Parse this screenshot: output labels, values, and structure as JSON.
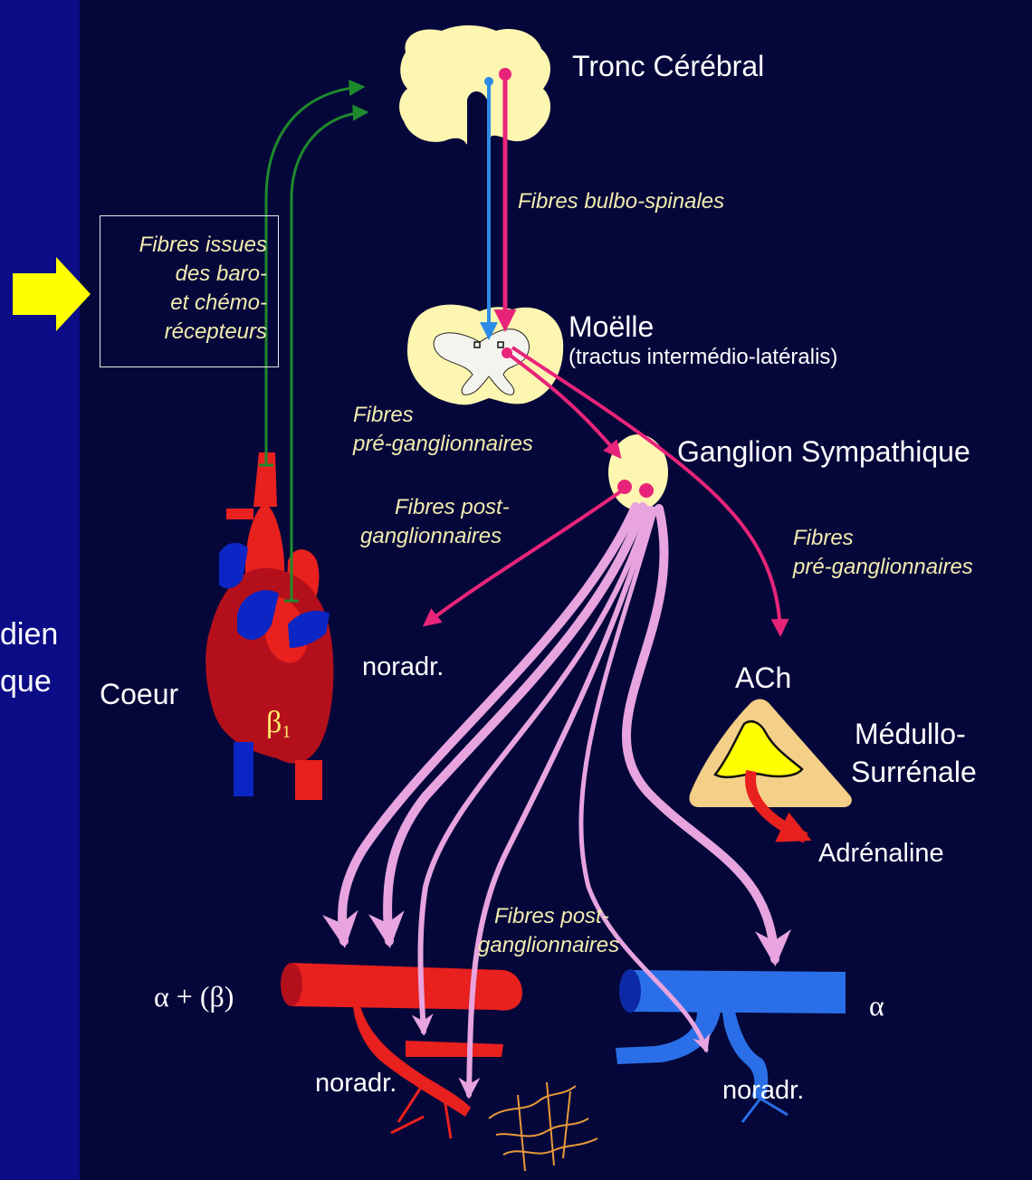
{
  "offslide": {
    "line1": "dien",
    "line2": "que"
  },
  "labels": {
    "tronc": "Tronc Cérébral",
    "fibres_bulbo": "Fibres bulbo-spinales",
    "moelle": "Moëlle",
    "tractus": "(tractus intermédio-latéralis)",
    "fibres_pre_1": "Fibres",
    "fibres_pre_2": "pré-ganglionnaires",
    "ganglion": "Ganglion Sympathique",
    "fibres_post_1": "Fibres post-",
    "fibres_post_2": "ganglionnaires",
    "fibres_pre_r1": "Fibres",
    "fibres_pre_r2": "pré-ganglionnaires",
    "noradr_top": "noradr.",
    "ach": "ACh",
    "medullo_1": "Médullo-",
    "medullo_2": "Surrénale",
    "adrenaline": "Adrénaline",
    "coeur": "Coeur",
    "beta1_base": "β",
    "beta1_sub": "1",
    "fibres_post_b1": "Fibres post-",
    "fibres_post_b2": "ganglionnaires",
    "alpha_beta": "α + (β)",
    "alpha": "α",
    "noradr_left": "noradr.",
    "noradr_right": "noradr."
  },
  "box": {
    "line1": "Fibres issues",
    "line2": "des baro-",
    "line3": "et chémo-",
    "line4": "récepteurs"
  },
  "colors": {
    "background": "#0c0c86",
    "panel": "#05073a",
    "pink": "#e8247a",
    "lilac": "#e7a4de",
    "green": "#1f8a2c",
    "blue": "#2b8be6",
    "yellow": "#ffff00",
    "tissue": "#fdf6b0"
  }
}
